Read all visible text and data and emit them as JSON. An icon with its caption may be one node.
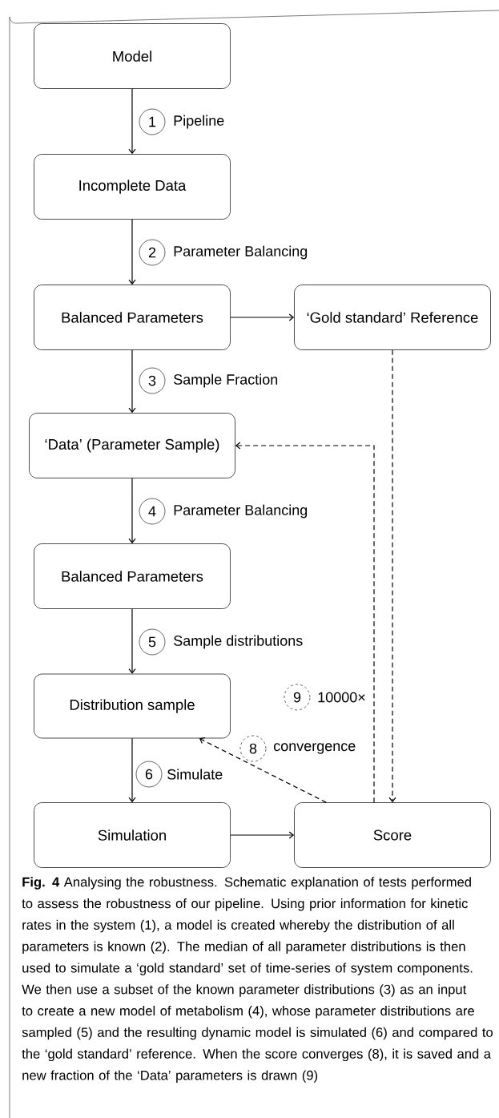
{
  "diagram": {
    "caption": "**Fig. 4** Analysing the robustness. Schematic explanation of tests performed to assess the robustness of our pipeline. Using prior information for kinetic rates in the system (1), a model is created whereby the distribution of all parameters is known (2). The median of all parameter distributions is then used to simulate a ‘gold standard’ set of time-series of system components. We then use a subset of the known parameter distributions (3) as an input to create a new model of metabolism (4), whose parameter distributions are sampled (5) and the resulting dynamic model is simulated (6) and compared to the ‘gold standard’ reference. When the score converges (8), it is saved and a new fraction of the ‘Data’ parameters is drawn (9)",
    "nodes": [
      {
        "text": [
          "Model"
        ]
      },
      {
        "text": [
          "Incomplete Data"
        ]
      },
      {
        "text": [
          "Balanced Parameters"
        ]
      },
      {
        "text": [
          "‘Gold standard’ Reference"
        ]
      },
      {
        "text": [
          "‘Data’ (Parameter Sample)"
        ]
      },
      {
        "text": [
          "Balanced Parameters"
        ]
      },
      {
        "text": [
          "Distribution sample"
        ]
      },
      {
        "text": [
          "Simulation"
        ]
      },
      {
        "text": [
          "Score"
        ]
      }
    ],
    "edges": [
      {
        "from": 0,
        "to": 1,
        "arrow": "to",
        "label": "Pipeline"
      },
      {
        "from": 1,
        "to": 2,
        "arrow": "to",
        "label": "Parameter Balancing"
      },
      {
        "from": 2,
        "to": 3,
        "arrow": "to"
      },
      {
        "from": 2,
        "to": 4,
        "arrow": "to",
        "label": "Sample Fraction"
      },
      {
        "from": 4,
        "to": 5,
        "arrow": "to",
        "label": "Parameter Balancing"
      },
      {
        "from": 5,
        "to": 6,
        "arrow": "to",
        "label": "Sample distributions"
      },
      {
        "from": 6,
        "to": 7,
        "arrow": "to",
        "label": "Simulate"
      },
      {
        "from": 7,
        "to": 8,
        "arrow": "to"
      },
      {
        "from": 3,
        "to": 8,
        "arrow": "to",
        "style": "dashed"
      },
      {
        "from": 8,
        "to": 4,
        "arrow": "to",
        "style": "dashed",
        "label": "10000×"
      },
      {
        "from": 8,
        "to": 6,
        "arrow": "to",
        "style": "dashed",
        "label": "convergence"
      }
    ],
    "labels": [
      "1",
      "2",
      "3",
      "4",
      "5",
      "9",
      "8",
      "6"
    ]
  }
}
